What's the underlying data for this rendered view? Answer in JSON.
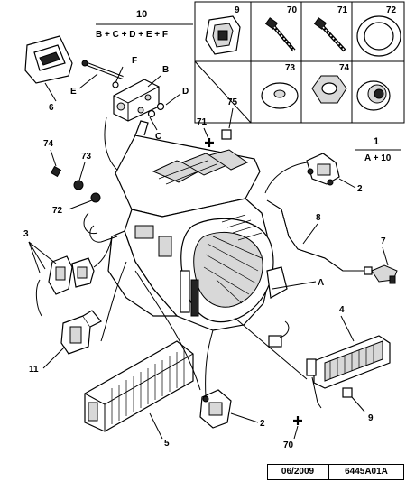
{
  "labels": {
    "l1": "1",
    "l1_sub": "A + 10",
    "l2a": "2",
    "l2b": "2",
    "l3": "3",
    "l4": "4",
    "l5": "5",
    "l6": "6",
    "l7": "7",
    "l8": "8",
    "l9_box": "9",
    "l9b": "9",
    "l10": "10",
    "l10_sub": "B + C + D + E + F",
    "l11": "11",
    "l70_box": "70",
    "l70b": "70",
    "l71_box": "71",
    "l71b": "71",
    "l72": "72",
    "l72_box": "72",
    "l73": "73",
    "l73_box": "73",
    "l74": "74",
    "l74_box": "74",
    "l75": "75",
    "lA": "A",
    "lB": "B",
    "lC": "C",
    "lD": "D",
    "lE": "E",
    "lF": "F"
  },
  "footer": {
    "date": "06/2009",
    "ref": "6445A01A"
  }
}
